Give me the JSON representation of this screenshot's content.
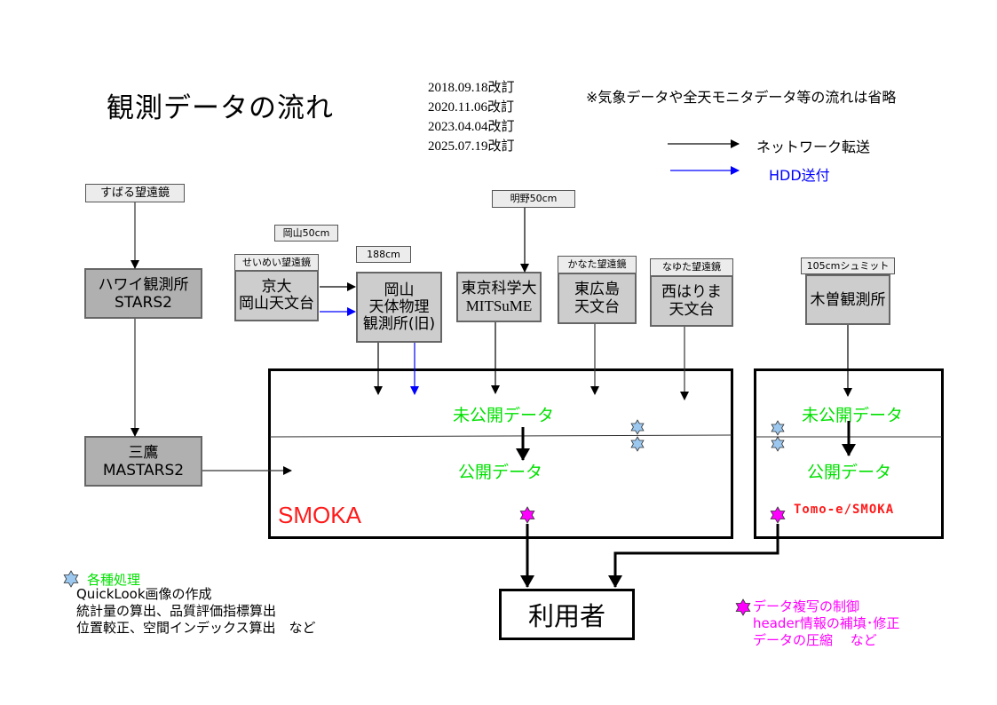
{
  "title": "観測データの流れ",
  "revisions": [
    "2018.09.18改訂",
    "2020.11.06改訂",
    "2023.04.04改訂",
    "2025.07.19改訂"
  ],
  "note": "※気象データや全天モニタデータ等の流れは省略",
  "legend": {
    "network": {
      "label": "ネットワーク転送",
      "color": "#000000"
    },
    "hdd": {
      "label": "HDD送付",
      "color": "#0000ff"
    }
  },
  "telescopes": {
    "subaru": "すばる望遠鏡",
    "okayama50": "岡山50cm",
    "seimei": "せいめい望遠鏡",
    "t188": "188cm",
    "akeno50": "明野50cm",
    "kanata": "かなた望遠鏡",
    "nayuta": "なゆた望遠鏡",
    "schmidt": "105cmシュミット"
  },
  "observatories": {
    "hawaii": {
      "line1": "ハワイ観測所",
      "line2": "STARS2"
    },
    "mitaka": {
      "line1": "三鷹",
      "line2": "MASTARS2"
    },
    "kyoto": {
      "line1": "京大",
      "line2": "岡山天文台"
    },
    "oao": {
      "line1": "岡山",
      "line2": "天体物理",
      "line3": "観測所(旧)"
    },
    "tokyotech": {
      "line1": "東京科学大",
      "line2": "MITSuME"
    },
    "hiroshima": {
      "line1": "東広島",
      "line2": "天文台"
    },
    "nishiharima": {
      "line1": "西はりま",
      "line2": "天文台"
    },
    "kiso": {
      "line1": "木曽観測所"
    }
  },
  "smoka": {
    "unpublished": "未公開データ",
    "published": "公開データ",
    "name": "SMOKA"
  },
  "tomoe": {
    "unpublished": "未公開データ",
    "published": "公開データ",
    "name": "Tomo-e/SMOKA"
  },
  "user": "利用者",
  "processing_legend": {
    "heading": "各種処理",
    "items": [
      "QuickLook画像の作成",
      "統計量の算出、品質評価指標算出",
      "位置較正、空間インデックス算出　など"
    ]
  },
  "copy_legend": {
    "items": [
      "データ複写の制御",
      "header情報の補填･修正",
      "データの圧縮　 など"
    ]
  },
  "colors": {
    "green": "#00e000",
    "red": "#ff1a1a",
    "magenta": "#ff00ff",
    "blue": "#0000ff",
    "star_blue": "#9cc8f0"
  }
}
